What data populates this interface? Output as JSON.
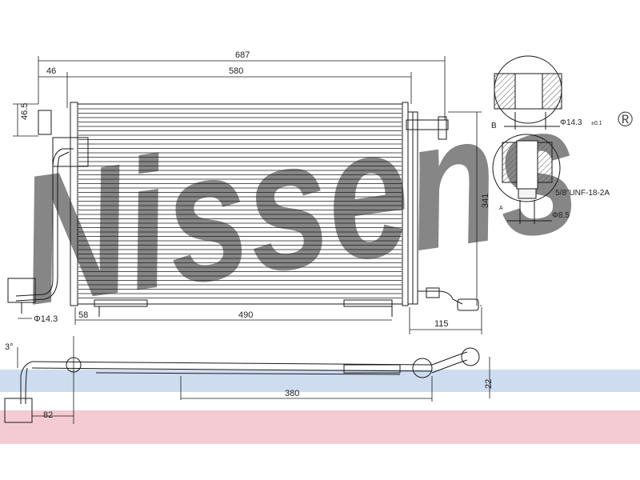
{
  "brand": {
    "logo_text": "Nissens",
    "registered_mark": "®"
  },
  "colors": {
    "line": "#1a1a1a",
    "watermark": "#9bb6e2",
    "band_blue": "#b9cdea",
    "band_red": "#f2b9c4",
    "hatch": "#555555",
    "fill_light": "#f4f4f4"
  },
  "dimensions": {
    "overall_width": "687",
    "core_width": "580",
    "left_offset": "46",
    "left_height": "46.5",
    "height": "341",
    "bottom_left": "58",
    "bottom_span": "490",
    "right_depth": "115",
    "pipe_diameter": "Φ14.3",
    "side_angle": "3°",
    "side_span": "380",
    "side_offset": "82",
    "side_height": "22"
  },
  "details": {
    "detail_b_label": "B",
    "detail_b_diameter": "Φ14.3",
    "detail_b_tolerance": "±0.1",
    "detail_a_label": "A",
    "thread_spec": "5/8\"UNF-18-2A",
    "detail_a_diameter": "Φ8.5"
  }
}
